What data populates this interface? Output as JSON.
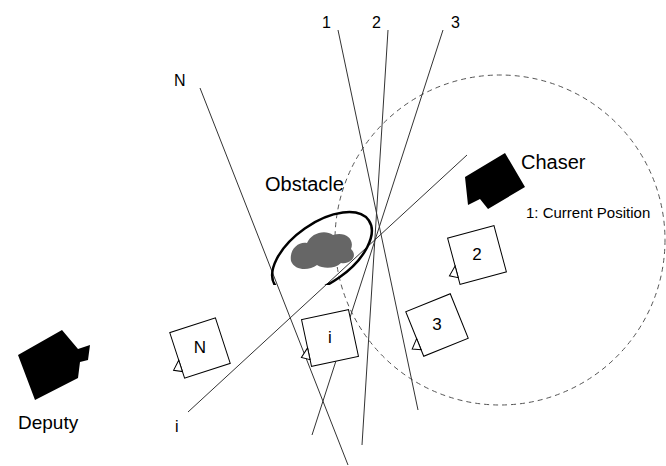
{
  "diagram": {
    "nodes": [
      {
        "text": [
          "Obstacle"
        ]
      },
      {
        "text": [
          "Chaser",
          "1: Current Position"
        ]
      },
      {
        "text": [
          "2"
        ]
      },
      {
        "text": [
          "3"
        ]
      },
      {
        "text": [
          "i"
        ]
      },
      {
        "text": [
          "N"
        ]
      },
      {
        "text": [
          "Deputy"
        ]
      }
    ],
    "labels": [
      "1",
      "2",
      "3",
      "N",
      "i"
    ]
  }
}
